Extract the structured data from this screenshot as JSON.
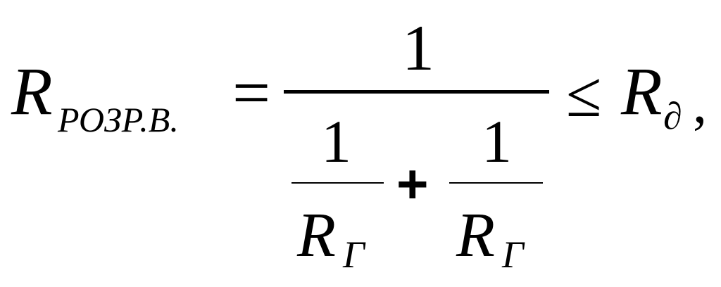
{
  "formula": {
    "lhs_symbol": "R",
    "lhs_subscript": "РОЗР.В.",
    "equals_sign": "=",
    "main_numerator": "1",
    "inner_numerator_1": "1",
    "inner_denominator_1_symbol": "R",
    "inner_denominator_1_subscript": "Г",
    "plus_sign": "+",
    "inner_numerator_2": "1",
    "inner_denominator_2_symbol": "R",
    "inner_denominator_2_subscript": "Г",
    "leq_sign": "≤",
    "rhs_symbol": "R",
    "rhs_subscript": "∂",
    "trailing_punctuation": ","
  }
}
